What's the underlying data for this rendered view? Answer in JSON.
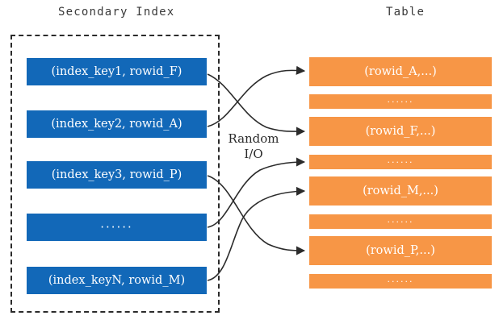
{
  "headings": {
    "secondary_index": "Secondary Index",
    "table": "Table"
  },
  "middle_label": {
    "line1": "Random",
    "line2": "I/O"
  },
  "colors": {
    "index_blue": "#1268b8",
    "table_orange": "#f79646",
    "border_dashed": "#2b2b2b",
    "text_on_fill": "#ffffff",
    "heading_text": "#3a3a3a"
  },
  "secondary_index": {
    "rows": [
      {
        "label": "(index_key1, rowid_F)",
        "kind": "entry"
      },
      {
        "label": "(index_key2, rowid_A)",
        "kind": "entry"
      },
      {
        "label": "(index_key3, rowid_P)",
        "kind": "entry"
      },
      {
        "label": "······",
        "kind": "ellipsis"
      },
      {
        "label": "(index_keyN, rowid_M)",
        "kind": "entry"
      }
    ]
  },
  "table": {
    "rows": [
      {
        "label": "(rowid_A,...)",
        "kind": "record"
      },
      {
        "label": "······",
        "kind": "ellipsis"
      },
      {
        "label": "(rowid_F,...)",
        "kind": "record"
      },
      {
        "label": "······",
        "kind": "ellipsis"
      },
      {
        "label": "(rowid_M,...)",
        "kind": "record"
      },
      {
        "label": "······",
        "kind": "ellipsis"
      },
      {
        "label": "(rowid_P,...)",
        "kind": "record"
      },
      {
        "label": "······",
        "kind": "ellipsis"
      }
    ]
  },
  "connections": [
    {
      "from": "(index_key1, rowid_F)",
      "to": "(rowid_F,...)"
    },
    {
      "from": "(index_key2, rowid_A)",
      "to": "(rowid_A,...)"
    },
    {
      "from": "(index_key3, rowid_P)",
      "to": "(rowid_P,...)"
    },
    {
      "from": "······",
      "to": "······"
    },
    {
      "from": "(index_keyN, rowid_M)",
      "to": "(rowid_M,...)"
    }
  ]
}
